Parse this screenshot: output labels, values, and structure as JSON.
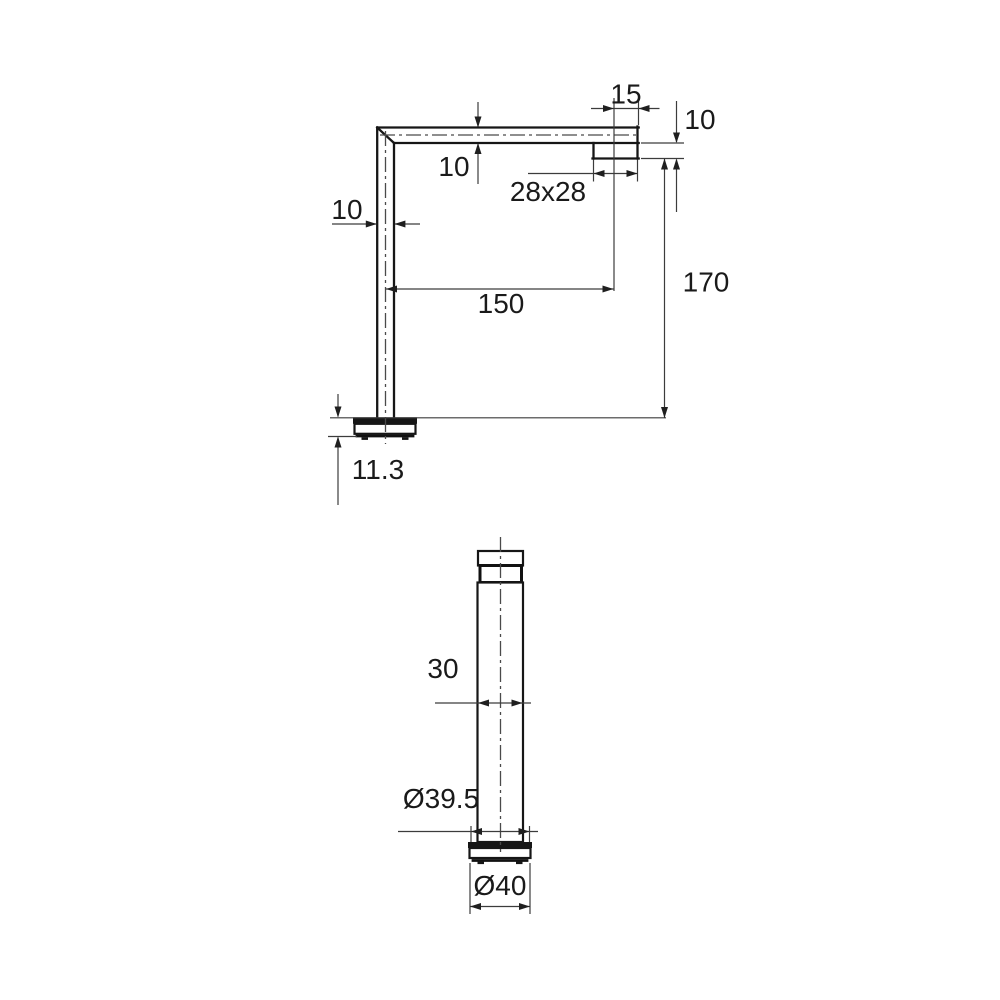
{
  "drawing": {
    "type": "technical-drawing",
    "side_view": {
      "labels": {
        "spout_end_offset": "15",
        "outlet_drop": "10",
        "arm_thickness": "10",
        "leg_thickness": "10",
        "outlet_section": "28x28",
        "reach": "150",
        "overall_height": "170",
        "base_height": "11.3"
      }
    },
    "front_view": {
      "labels": {
        "body_width": "30",
        "collar_diameter": "Ø39.5",
        "base_diameter": "Ø40"
      }
    },
    "colors": {
      "object_line": "#161616",
      "dimension_line": "#3c3c3c",
      "background": "#ffffff"
    }
  }
}
